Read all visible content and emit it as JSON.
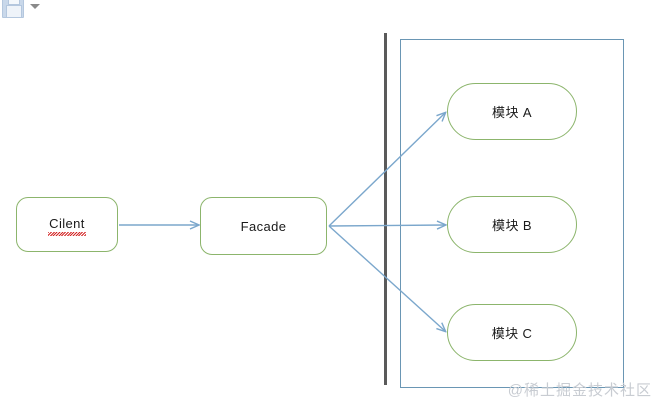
{
  "toolbar": {
    "save_icon": "save-icon",
    "dropdown_icon": "chevron-down-icon"
  },
  "diagram": {
    "type": "facade-design-pattern",
    "nodes": [
      {
        "id": "client",
        "label": "Cilent",
        "misspelled": true,
        "shape": "rounded-rect"
      },
      {
        "id": "facade",
        "label": "Facade",
        "misspelled": false,
        "shape": "rounded-rect"
      },
      {
        "id": "module-a",
        "label": "模块 A",
        "misspelled": false,
        "shape": "stadium"
      },
      {
        "id": "module-b",
        "label": "模块 B",
        "misspelled": false,
        "shape": "stadium"
      },
      {
        "id": "module-c",
        "label": "模块 C",
        "misspelled": false,
        "shape": "stadium"
      }
    ],
    "edges": [
      {
        "from": "client",
        "to": "facade"
      },
      {
        "from": "facade",
        "to": "module-a"
      },
      {
        "from": "facade",
        "to": "module-b"
      },
      {
        "from": "facade",
        "to": "module-c"
      }
    ],
    "subsystem_container": {
      "label": ""
    },
    "colors": {
      "node_border": "#8cb56c",
      "arrow": "#7ba7cc",
      "container_border": "#6a96b4",
      "divider_bar": "#5a5a5a",
      "spellcheck_underline": "#d11a1a",
      "watermark": "#c8ccd2",
      "canvas": "#ffffff"
    }
  },
  "watermark": {
    "text": "@稀土掘金技术社区"
  }
}
